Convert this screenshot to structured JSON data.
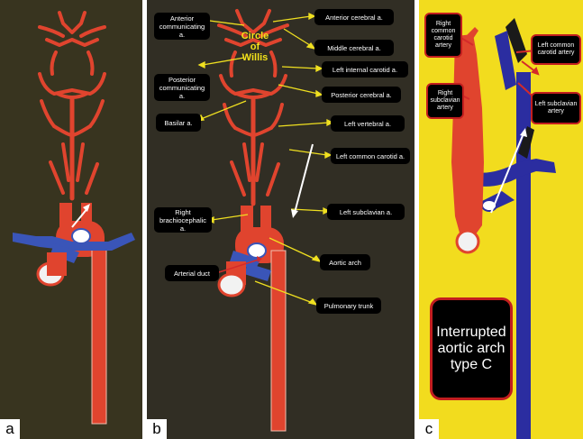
{
  "panels": {
    "a": {
      "letter": "a"
    },
    "b": {
      "letter": "b",
      "circle_of_willis": "Circle\nof\nWillis",
      "labels": {
        "anterior_communicating": "Anterior\ncommunicating a.",
        "anterior_cerebral": "Anterior cerebral a.",
        "middle_cerebral": "Middle cerebral a.",
        "left_internal_carotid": "Left internal carotid a.",
        "posterior_communicating": "Posterior\ncommunicating a.",
        "posterior_cerebral": "Posterior cerebral a.",
        "basilar": "Basilar a.",
        "left_vertebral": "Left vertebral a.",
        "left_common_carotid": "Left common carotid a.",
        "right_brachiocephalic": "Right\nbrachiocephalic a.",
        "left_subclavian": "Left subclavian a.",
        "aortic_arch": "Aortic arch",
        "arterial_duct": "Arterial duct",
        "pulmonary_trunk": "Pulmonary trunk"
      }
    },
    "c": {
      "letter": "c",
      "labels": {
        "right_common_carotid": "Right\ncommon\ncarotid\nartery",
        "left_common_carotid": "Left common\ncarotid artery",
        "right_subclavian": "Right\nsubclavian\nartery",
        "left_subclavian": "Left subclavian\nartery"
      },
      "title": "Interrupted\naortic arch\ntype C"
    }
  },
  "colors": {
    "artery": "#e0442e",
    "artery_dark": "#b8301f",
    "vein": "#3a55b8",
    "panel_c_vessel": "#2b2da0",
    "arrow_yellow": "#f0e020",
    "arrow_red": "#d42a2a",
    "label_border_red": "#c21e1e"
  }
}
